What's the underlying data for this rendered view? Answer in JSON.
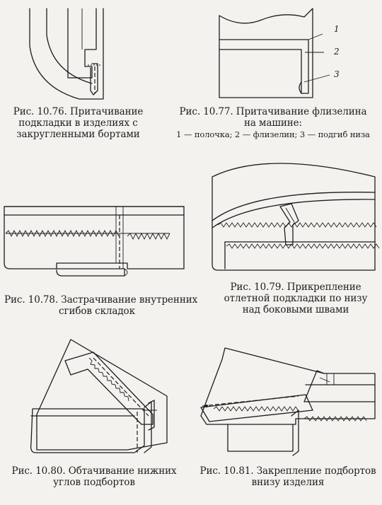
{
  "figures": [
    {
      "id": "10.76",
      "caption_lines": [
        "Рис. 10.76. Притачивание",
        "подкладки в изделиях с",
        "закругленными бортами"
      ]
    },
    {
      "id": "10.77",
      "caption_lines": [
        "Рис. 10.77. Притачивание флизелина",
        "на машине:"
      ],
      "legend": "1 — полочка; 2 — флизелин; 3 — подгиб низа",
      "labels": [
        "1",
        "2",
        "3"
      ]
    },
    {
      "id": "10.78",
      "caption_lines": [
        "Рис. 10.78. Застрачивание внутренних",
        "сгибов складок"
      ]
    },
    {
      "id": "10.79",
      "caption_lines": [
        "Рис. 10.79. Прикрепление",
        "отлетной подкладки по низу",
        "над боковыми швами"
      ]
    },
    {
      "id": "10.80",
      "caption_lines": [
        "Рис. 10.80. Обтачивание нижних",
        "углов подбортов"
      ]
    },
    {
      "id": "10.81",
      "caption_lines": [
        "Рис. 10.81. Закрепление подбортов",
        "внизу изделия"
      ]
    }
  ]
}
